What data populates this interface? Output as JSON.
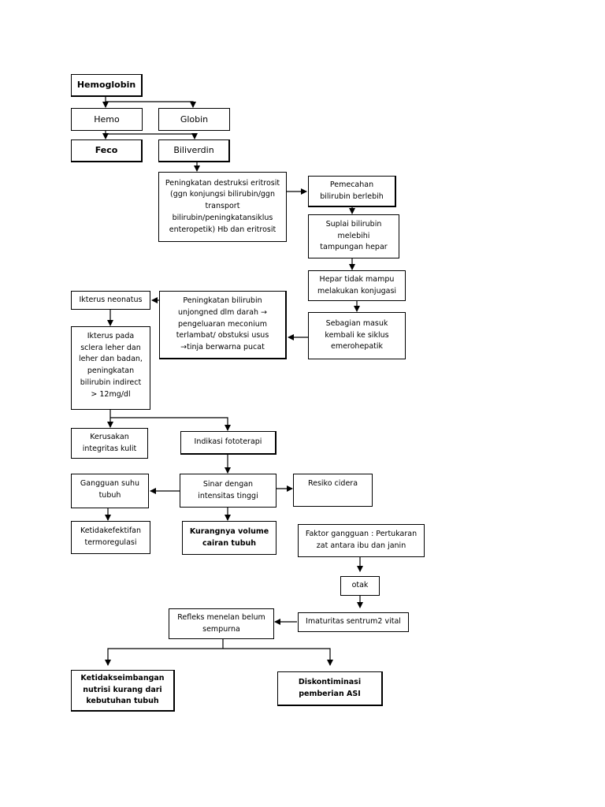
{
  "nodes": {
    "hemoglobin": "Hemoglobin",
    "hemo": "Hemo",
    "globin": "Globin",
    "feco": "Feco",
    "biliverdin": "Biliverdin",
    "peningkatan_destruksi": "Peningkatan destruksi eritrosit\n(ggn konjungsi bilirubin/ggn\ntransport\nbilirubin/peningkatansiklus\nenteropetik) Hb dan eritrosit",
    "pemecahan": "Pemecahan\nbilirubin berlebih",
    "suplai": "Suplai bilirubin\nmelebihi\ntampungan hepar",
    "hepar": "Hepar tidak mampu\nmelakukan konjugasi",
    "sebagian": "Sebagian masuk\nkembali ke siklus\nemerohepatik",
    "peningkatan_bilirubin": "Peningkatan bilirubin\nunjongned dlm darah →\npengeluaran meconium\nterlambat/ obstuksi usus\n→tinja berwarna pucat",
    "ikterus_neonatus": "Ikterus neonatus",
    "ikterus_pada": "Ikterus pada\nsclera leher dan\nleher dan badan,\npeningkatan\nbilirubin indirect\n> 12mg/dl",
    "kerusakan": "Kerusakan\nintegritas kulit",
    "indikasi": "Indikasi fototerapi",
    "sinar": "Sinar dengan\nintensitas tinggi",
    "gangguan_suhu": "Gangguan suhu\ntubuh",
    "resiko": "Resiko cidera",
    "ketidakefektifan": "Ketidakefektifan\ntermoregulasi",
    "kurangnya": "Kurangnya volume\ncairan tubuh",
    "faktor": "Faktor gangguan : Pertukaran\nzat antara ibu dan janin",
    "otak": "otak",
    "imaturitas": "Imaturitas sentrum2 vital",
    "refleks": "Refleks menelan belum\nsempurna",
    "ketidakseimbangan": "Ketidakseimbangan\nnutrisi kurang dari\nkebutuhan tubuh",
    "diskontiminasi": "Diskontiminasi\npemberian ASI"
  }
}
